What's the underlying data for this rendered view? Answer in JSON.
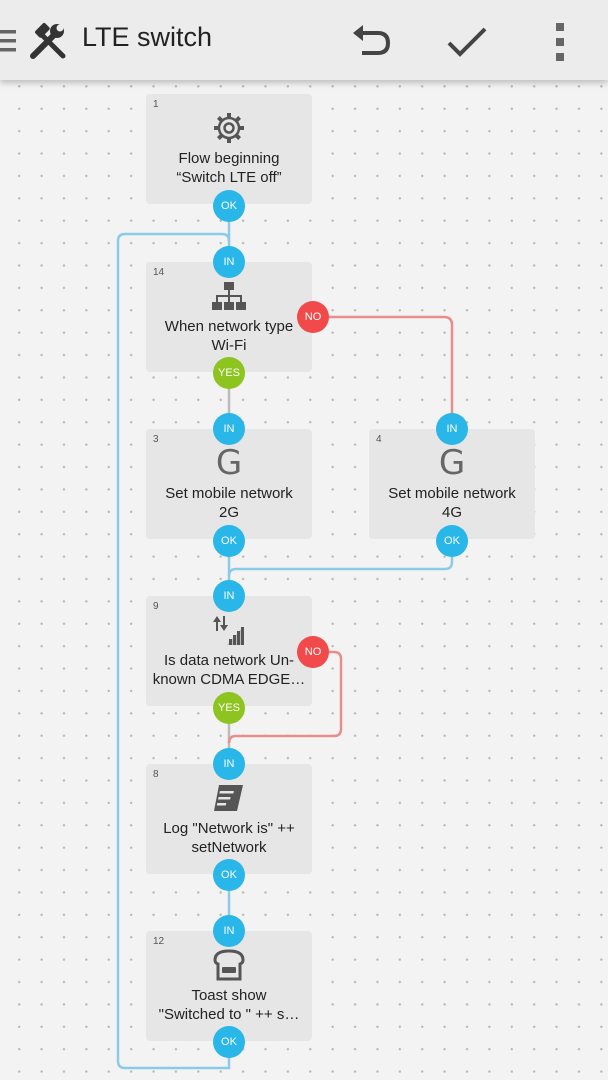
{
  "toolbar": {
    "title": "LTE switch",
    "icons": [
      "menu-icon",
      "tools-icon",
      "undo-icon",
      "check-icon",
      "overflow-menu-icon"
    ]
  },
  "ports": {
    "in": "IN",
    "ok": "OK",
    "yes": "YES",
    "no": "NO"
  },
  "blocks": [
    {
      "num": "1",
      "icon": "gear-icon",
      "line1": "Flow beginning",
      "line2": "“Switch LTE off”"
    },
    {
      "num": "14",
      "icon": "network-tree-icon",
      "line1": "When network type",
      "line2": "Wi-Fi"
    },
    {
      "num": "3",
      "icon": "g-letter-icon",
      "letter": "G",
      "line1": "Set mobile network",
      "line2": "2G"
    },
    {
      "num": "4",
      "icon": "g-letter-icon",
      "letter": "G",
      "line1": "Set mobile network",
      "line2": "4G"
    },
    {
      "num": "9",
      "icon": "data-signal-icon",
      "line1": "Is data network Un-",
      "line2": "known CDMA EDGE…"
    },
    {
      "num": "8",
      "icon": "log-scroll-icon",
      "line1": "Log \"Network is\" ++",
      "line2": "setNetwork"
    },
    {
      "num": "12",
      "icon": "toast-icon",
      "line1": "Toast show",
      "line2": "\"Switched to \" ++ s…"
    }
  ],
  "colors": {
    "wire_ok": "#8ccbe8",
    "wire_no": "#e88d8d",
    "port_in": "#29b6e8",
    "port_yes": "#8ec41f",
    "port_no": "#f24a4a"
  }
}
